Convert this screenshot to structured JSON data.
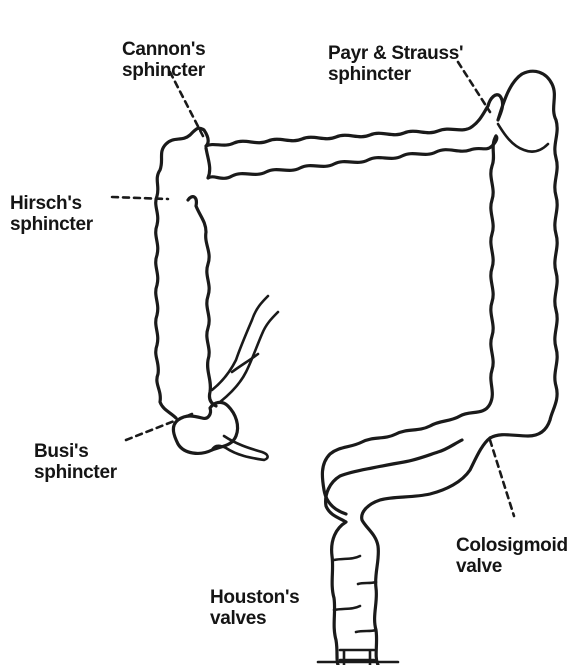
{
  "diagram": {
    "labels": {
      "cannon": [
        "Cannon's",
        "sphincter"
      ],
      "payr_strauss": [
        "Payr & Strauss'",
        "sphincter"
      ],
      "hirsch": [
        "Hirsch's",
        "sphincter"
      ],
      "busi": [
        "Busi's",
        "sphincter"
      ],
      "colosigmoid": [
        "Colosigmoid",
        "valve"
      ],
      "houston": [
        "Houston's",
        "valves"
      ]
    },
    "colors": {
      "ink": "#1a1a1a",
      "background": "#ffffff"
    }
  }
}
